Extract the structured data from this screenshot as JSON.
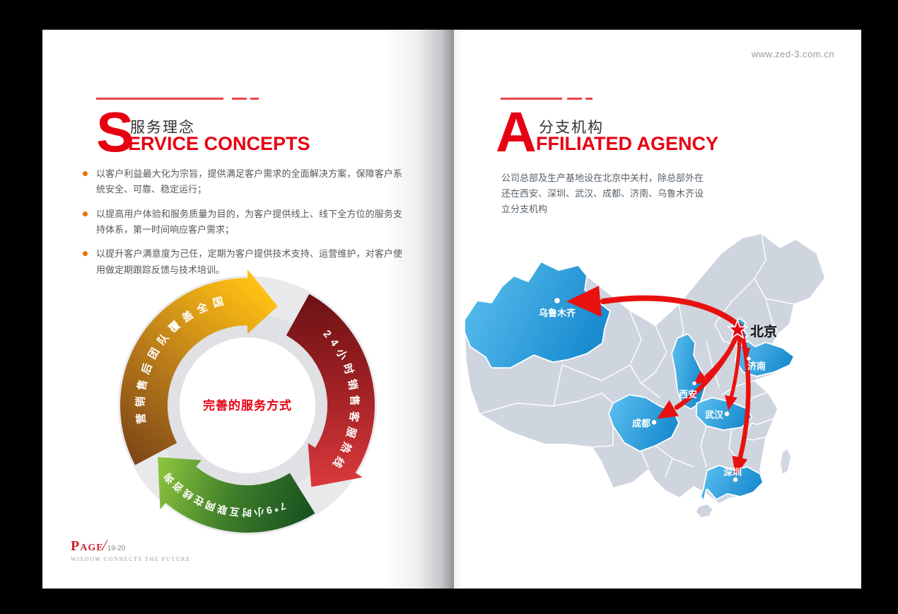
{
  "site": {
    "url": "www.zed-3.com.cn"
  },
  "left_page": {
    "header": {
      "initial": "S",
      "title_zh": "服务理念",
      "title_en": "ERVICE CONCEPTS"
    },
    "bullets": [
      "以客户利益最大化为宗旨，提供满足客户需求的全面解决方案，保障客户系统安全、可靠、稳定运行；",
      "以提高用户体验和服务质量为目的，为客户提供线上、线下全方位的服务支持体系，第一时间响应客户需求；",
      "以提升客户满意度为己任，定期为客户提供技术支持、运营维护，对客户使用做定期跟踪反馈与技术培训。"
    ],
    "diagram": {
      "center_label": "完善的服务方式",
      "arcs": [
        {
          "name": "marketing-team",
          "label": "营销售后团队覆盖全国",
          "color_dark": "#7c4716",
          "color_bright": "#ffc013"
        },
        {
          "name": "sales-hotline",
          "label": "24小时销售客服热线",
          "color_dark": "#6e1315",
          "color_bright": "#d8393c"
        },
        {
          "name": "online-consult",
          "label": "7*9小时互联网在线咨询",
          "color_dark": "#17501f",
          "color_bright": "#8ec63f"
        }
      ]
    },
    "footer": {
      "page_word": "Page",
      "slash": "/",
      "page_no": "19-20",
      "tagline": "WISDOM CONNECTS THE FUTURE"
    }
  },
  "right_page": {
    "header": {
      "initial": "A",
      "title_zh": "分支机构",
      "title_en": "FFILIATED AGENCY"
    },
    "paragraph": "公司总部及生产基地设在北京中关村，除总部外在还在西安、深圳、武汉、成都、济南、乌鲁木齐设立分支机构",
    "map": {
      "headquarters": {
        "name": "北京",
        "marker": "star-icon"
      },
      "branches": [
        {
          "name": "乌鲁木齐"
        },
        {
          "name": "济南"
        },
        {
          "name": "西安"
        },
        {
          "name": "成都"
        },
        {
          "name": "武汉"
        },
        {
          "name": "深圳"
        }
      ]
    }
  },
  "colors": {
    "accent_red": "#e60012",
    "arrow_red": "#e8110f",
    "map_blue": "#2e9fdb",
    "map_gray": "#ced5df",
    "text_gray": "#595757",
    "bullet_orange": "#ed7000"
  }
}
